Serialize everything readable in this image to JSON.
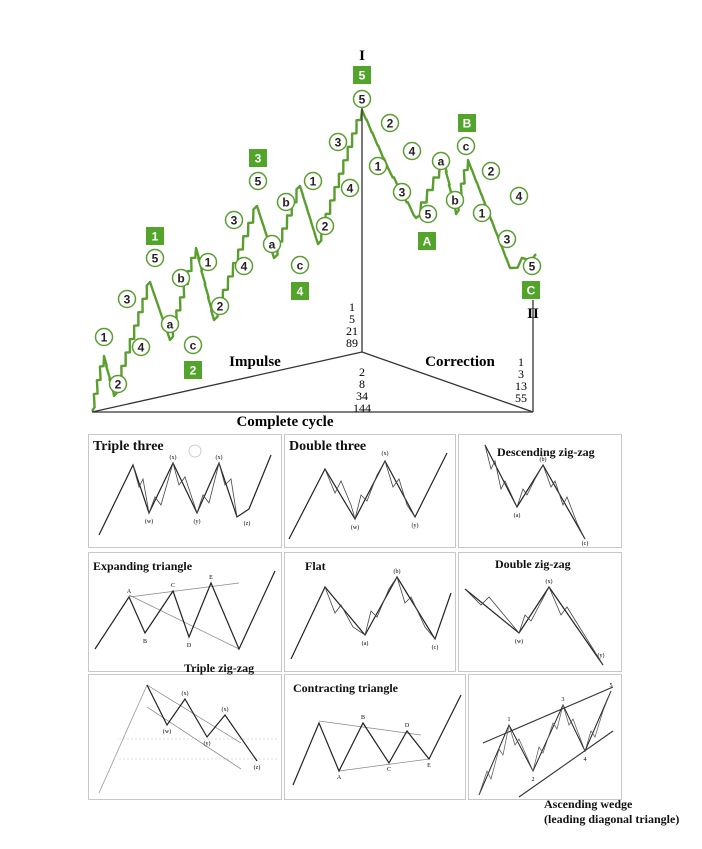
{
  "cycle": {
    "top_label": "I",
    "end_label": "II",
    "impulse_label": "Impulse",
    "correction_label": "Correction",
    "complete_label": "Complete cycle",
    "impulse_numbers": [
      "1",
      "5",
      "21",
      "89"
    ],
    "complete_numbers": [
      "2",
      "8",
      "34",
      "144"
    ],
    "correction_numbers": [
      "1",
      "3",
      "13",
      "55"
    ],
    "box_labels": [
      "1",
      "2",
      "3",
      "4",
      "5",
      "A",
      "B",
      "C"
    ],
    "circle_labels": [
      "1",
      "2",
      "3",
      "4",
      "5",
      "a",
      "b",
      "c",
      "1",
      "2",
      "3",
      "4",
      "5",
      "a",
      "b",
      "c",
      "1",
      "2",
      "3",
      "4",
      "5",
      "1",
      "2",
      "3",
      "4",
      "5",
      "a",
      "b",
      "c",
      "1",
      "2",
      "3",
      "4",
      "5"
    ],
    "colors": {
      "wave": "#5a9e2f",
      "box": "#52a52a",
      "circle_stroke": "#5a9e2f",
      "axis": "#333333"
    }
  },
  "panels": {
    "triple_three": {
      "title": "Triple three",
      "labels": [
        "(w)",
        "(x)",
        "(y)",
        "(x)",
        "(z)"
      ]
    },
    "double_three": {
      "title": "Double three",
      "labels": [
        "(w)",
        "(x)",
        "(y)"
      ]
    },
    "descending_zigzag": {
      "title": "Descending zig-zag",
      "labels": [
        "(a)",
        "(b)",
        "(c)"
      ]
    },
    "expanding_triangle": {
      "title": "Expanding triangle",
      "labels": [
        "A",
        "B",
        "C",
        "D",
        "E"
      ]
    },
    "flat": {
      "title": "Flat",
      "labels": [
        "(a)",
        "(b)",
        "(c)"
      ]
    },
    "double_zigzag": {
      "title": "Double zig-zag",
      "labels": [
        "(w)",
        "(x)",
        "(y)"
      ]
    },
    "triple_zigzag": {
      "title": "Triple zig-zag",
      "labels": [
        "(w)",
        "(x)",
        "(y)",
        "(x)",
        "(z)"
      ]
    },
    "contracting_triangle": {
      "title": "Contracting triangle",
      "labels": [
        "A",
        "B",
        "C",
        "D",
        "E"
      ]
    },
    "ascending_wedge": {
      "title_line1": "Ascending wedge",
      "title_line2": "(leading diagonal triangle)",
      "labels": [
        "1",
        "2",
        "3",
        "4",
        "5"
      ]
    }
  }
}
